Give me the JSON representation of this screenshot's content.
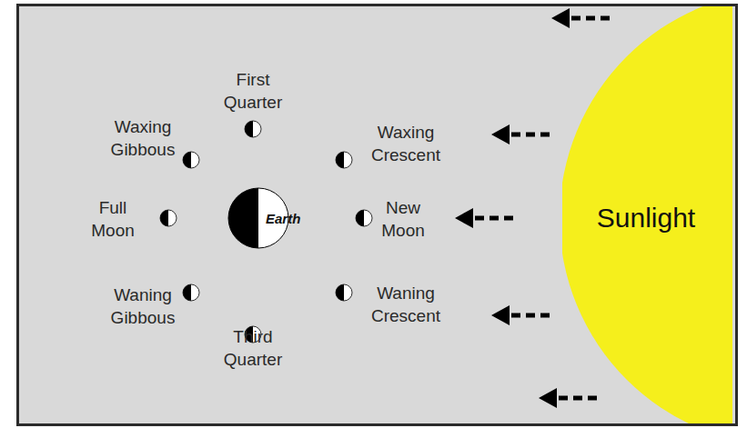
{
  "diagram": {
    "nodes": [
      {
        "text": [
          "Earth"
        ]
      },
      {
        "text": [
          "Sunlight"
        ]
      }
    ],
    "labels": [
      "First Quarter",
      "Waxing Gibbous",
      "Waxing Crescent",
      "Full Moon",
      "New Moon",
      "Waning Gibbous",
      "Waning Crescent",
      "Third Quarter"
    ]
  }
}
